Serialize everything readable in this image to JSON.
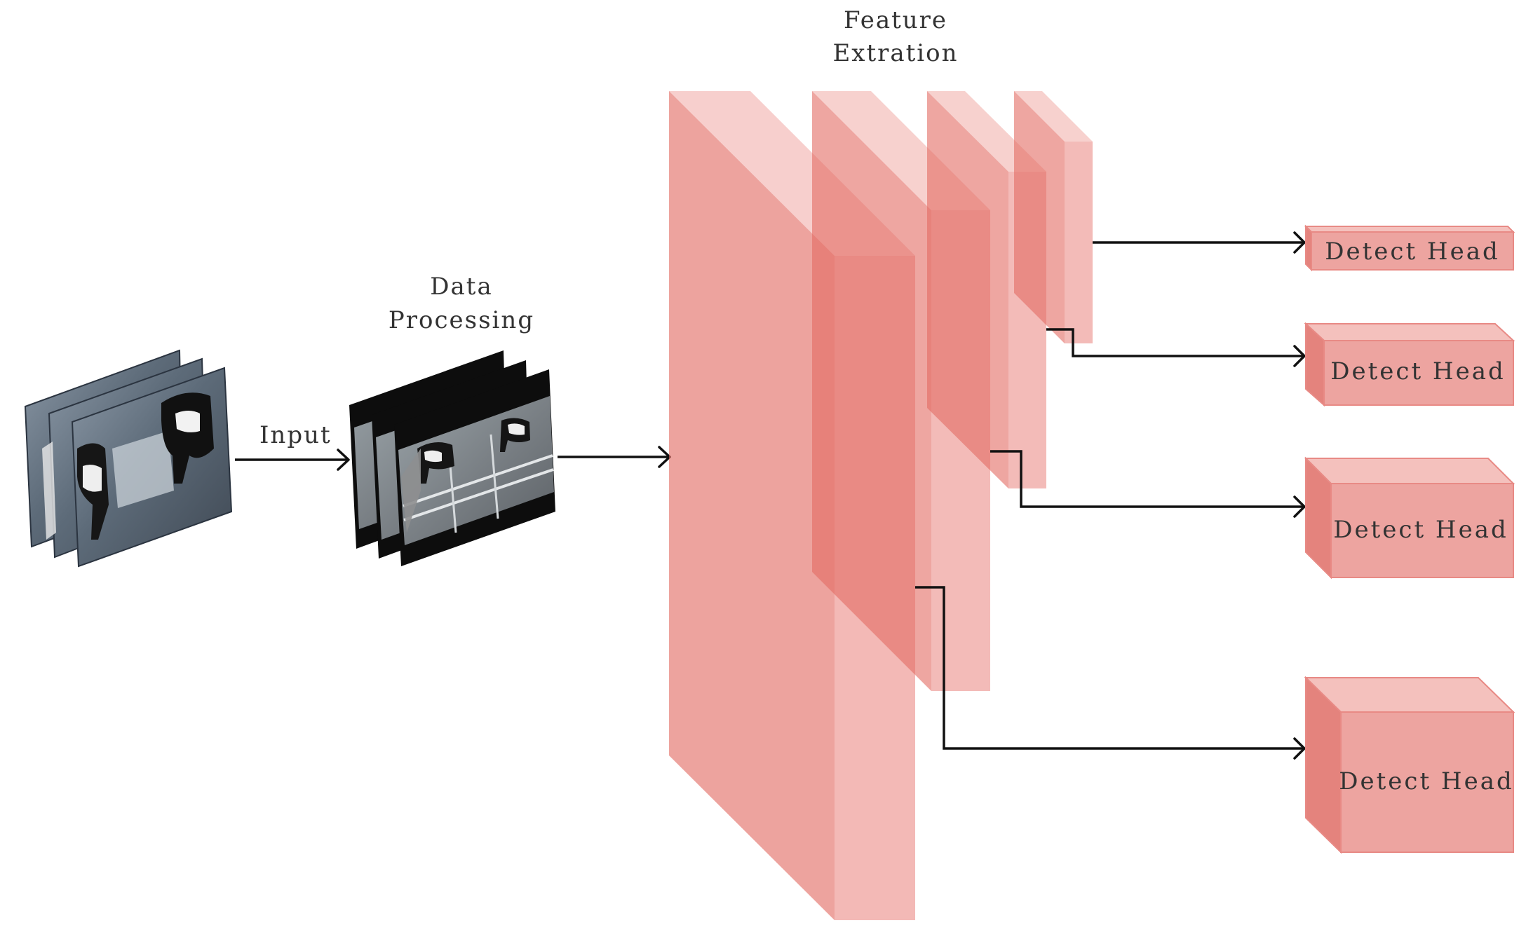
{
  "labels": {
    "feature_line1": "Feature",
    "feature_line2": "Extration",
    "data_line1": "Data",
    "data_line2": "Processing",
    "input": "Input"
  },
  "detect_heads": [
    {
      "label": "Detect Head"
    },
    {
      "label": "Detect Head"
    },
    {
      "label": "Detect Head"
    },
    {
      "label": "Detect Head"
    }
  ],
  "colors": {
    "feature_block": "#e8817b",
    "detect_head": "#eda4a0",
    "frame_dark": "#111111",
    "photo_tone": "#6f7d8a"
  }
}
